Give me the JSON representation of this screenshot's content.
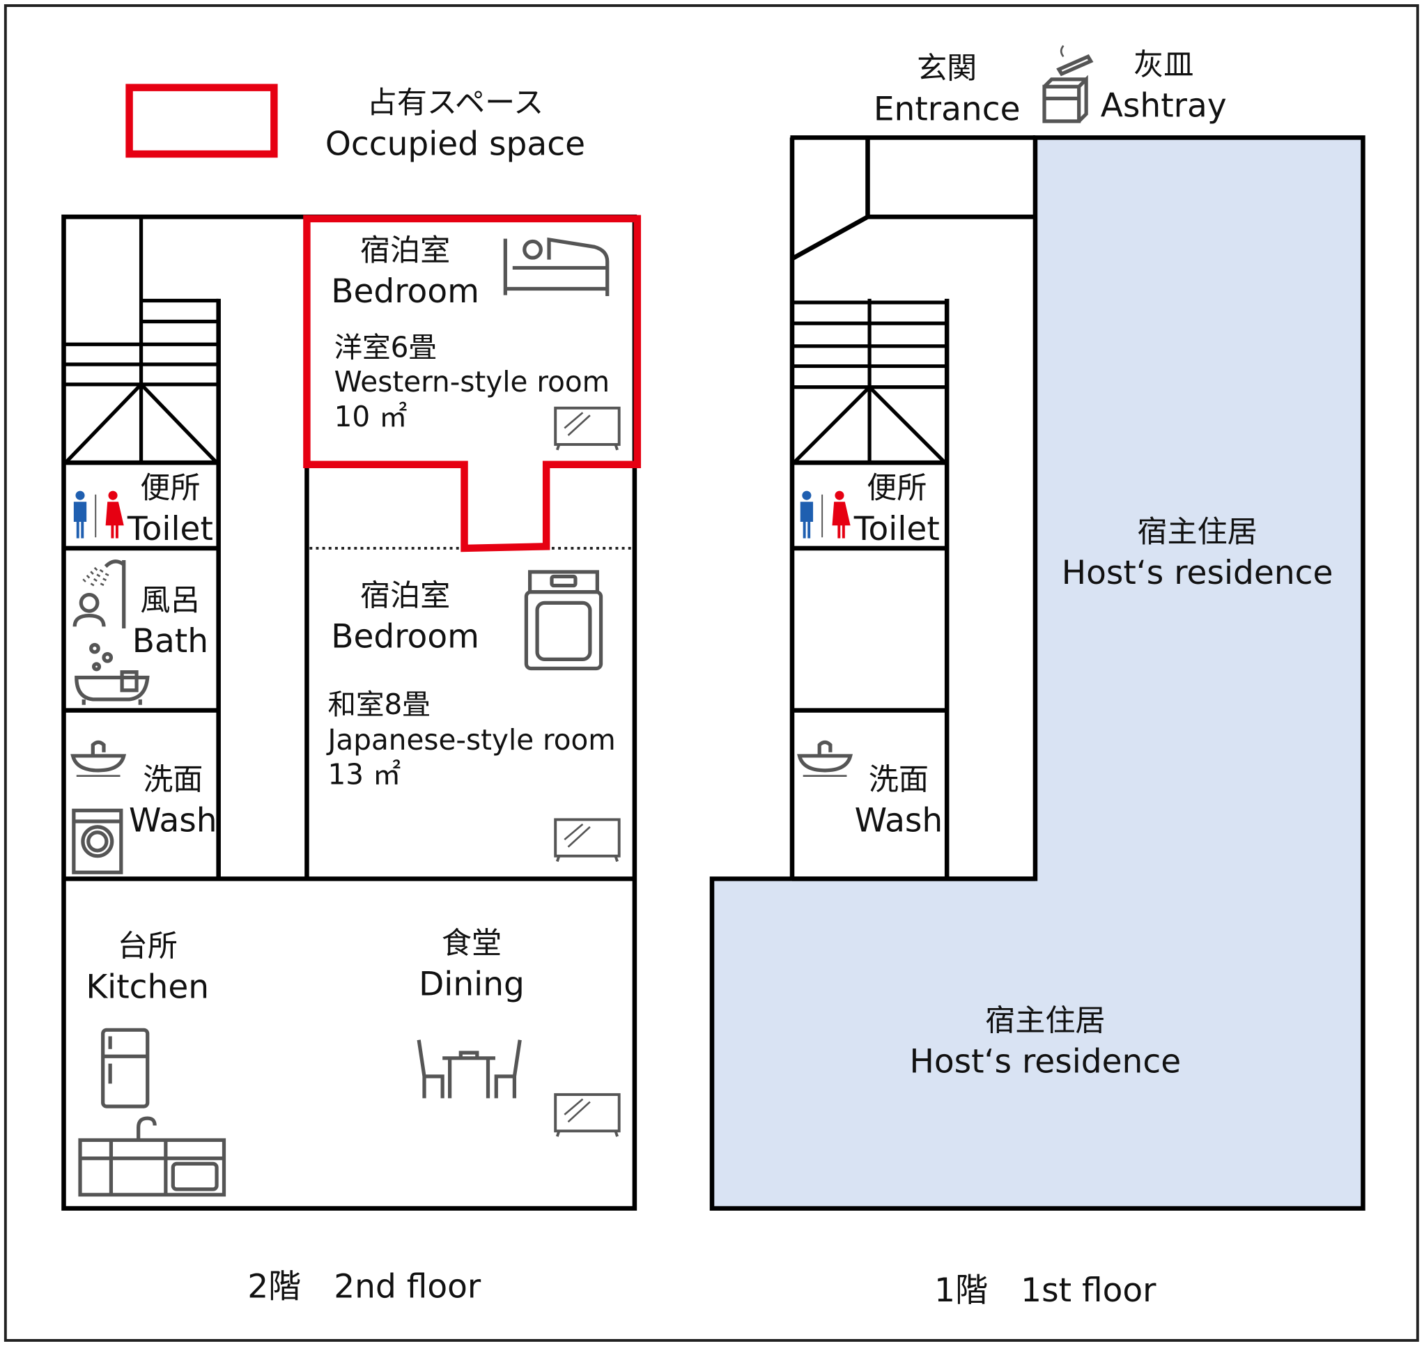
{
  "legend": {
    "jp": "占有スペース",
    "en": "Occupied space",
    "color": "#e60012"
  },
  "floor2": {
    "title": "2階　2nd floor",
    "bedroom_western": {
      "jp": "宿泊室",
      "en": "Bedroom",
      "type_jp": "洋室6畳",
      "type_en": "Western-style room",
      "area": "10 ㎡"
    },
    "bedroom_japanese": {
      "jp": "宿泊室",
      "en": "Bedroom",
      "type_jp": "和室8畳",
      "type_en": "Japanese-style room",
      "area": "13 ㎡"
    },
    "toilet": {
      "jp": "便所",
      "en": "Toilet"
    },
    "bath": {
      "jp": "風呂",
      "en": "Bath"
    },
    "wash": {
      "jp": "洗面",
      "en": "Wash"
    },
    "kitchen": {
      "jp": "台所",
      "en": "Kitchen"
    },
    "dining": {
      "jp": "食堂",
      "en": "Dining"
    }
  },
  "floor1": {
    "title": "1階　1st floor",
    "entrance": {
      "jp": "玄関",
      "en": "Entrance"
    },
    "ashtray": {
      "jp": "灰皿",
      "en": "Ashtray"
    },
    "toilet": {
      "jp": "便所",
      "en": "Toilet"
    },
    "wash": {
      "jp": "洗面",
      "en": "Wash"
    },
    "host_upper": {
      "jp": "宿主住居",
      "en": "Host‘s residence"
    },
    "host_lower": {
      "jp": "宿主住居",
      "en": "Host‘s residence"
    },
    "host_color": "#d9e3f3"
  }
}
